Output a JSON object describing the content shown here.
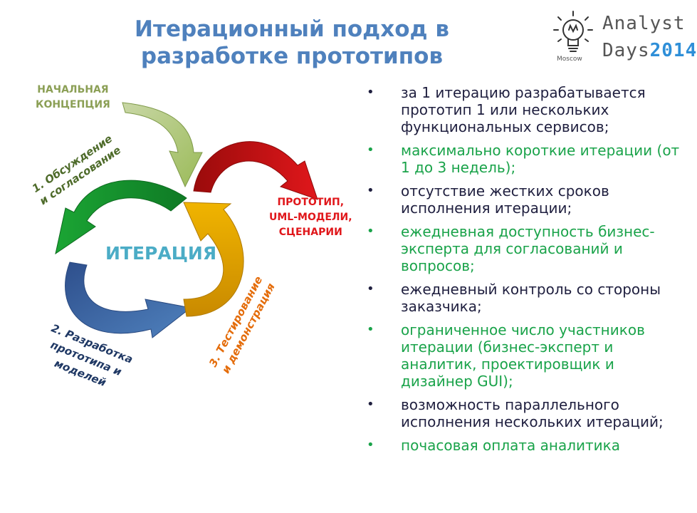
{
  "title": "Итерационный подход в разработке прототипов",
  "logo": {
    "line1": "Analyst",
    "line2": "Days",
    "year": "2014",
    "city": "Moscow"
  },
  "diagram": {
    "start_label": [
      "НАЧАЛЬНАЯ",
      "КОНЦЕПЦИЯ"
    ],
    "result_label": [
      "ПРОТОТИП,",
      "UML-МОДЕЛИ,",
      "СЦЕНАРИИ"
    ],
    "center_label": "ИТЕРАЦИЯ",
    "stage1": [
      "1. Обсуждение",
      "и согласование"
    ],
    "stage2": [
      "2. Разработка",
      "прототипа и",
      "моделей"
    ],
    "stage3": [
      "3. Тестирование",
      "и демонстрация"
    ],
    "colors": {
      "start_arrow": "#9bbb59",
      "result_arrow": "#e0171b",
      "stage1_arrow": "#1ba534",
      "stage2_arrow": "#4f81bd",
      "stage3_arrow": "#f0b400"
    }
  },
  "bullets": [
    {
      "text": "за 1 итерацию разрабатывается прототип 1 или нескольких функциональных сервисов;",
      "color": "#1f1f3f"
    },
    {
      "text": "максимально короткие итерации (от 1 до 3 недель);",
      "color": "#1aa34a"
    },
    {
      "text": "отсутствие жестких сроков исполнения итерации;",
      "color": "#1f1f3f"
    },
    {
      "text": "ежедневная доступность бизнес-эксперта для согласований и вопросов;",
      "color": "#1aa34a"
    },
    {
      "text": "ежедневный контроль со стороны заказчика;",
      "color": "#1f1f3f"
    },
    {
      "text": "ограниченное число участников итерации (бизнес-эксперт и аналитик, проектировщик и дизайнер GUI);",
      "color": "#1aa34a"
    },
    {
      "text": "возможность параллельного исполнения нескольких итераций;",
      "color": "#1f1f3f"
    },
    {
      "text": "почасовая оплата аналитика",
      "color": "#1aa34a"
    }
  ],
  "bullet_symbol": "•"
}
